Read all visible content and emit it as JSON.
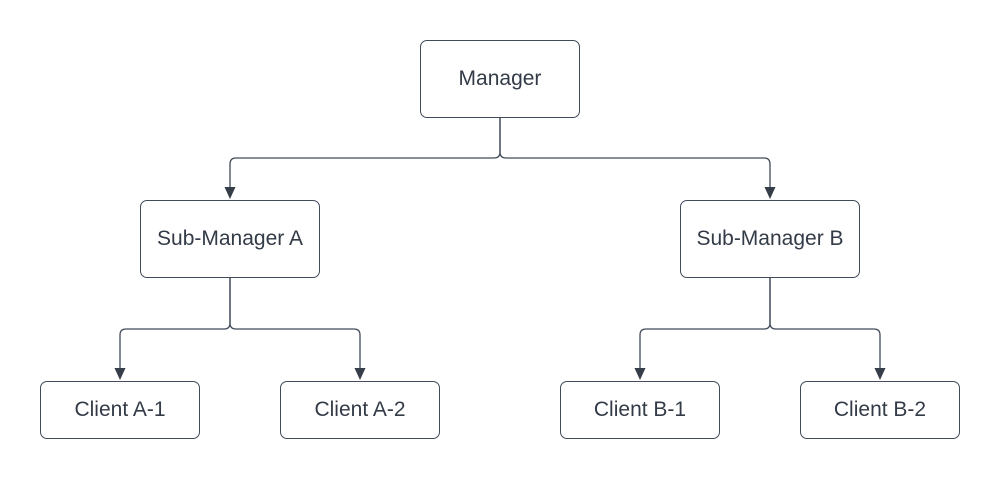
{
  "diagram": {
    "type": "org-chart",
    "nodes": [
      {
        "id": "manager",
        "label": "Manager",
        "level": 0
      },
      {
        "id": "sub-manager-a",
        "label": "Sub-Manager A",
        "level": 1
      },
      {
        "id": "sub-manager-b",
        "label": "Sub-Manager B",
        "level": 1
      },
      {
        "id": "client-a1",
        "label": "Client A-1",
        "level": 2
      },
      {
        "id": "client-a2",
        "label": "Client A-2",
        "level": 2
      },
      {
        "id": "client-b1",
        "label": "Client B-1",
        "level": 2
      },
      {
        "id": "client-b2",
        "label": "Client B-2",
        "level": 2
      }
    ],
    "edges": [
      {
        "from": "manager",
        "to": "sub-manager-a",
        "arrow": "down"
      },
      {
        "from": "manager",
        "to": "sub-manager-b",
        "arrow": "down"
      },
      {
        "from": "sub-manager-a",
        "to": "client-a1",
        "arrow": "down"
      },
      {
        "from": "sub-manager-a",
        "to": "client-a2",
        "arrow": "down"
      },
      {
        "from": "sub-manager-b",
        "to": "client-b1",
        "arrow": "down"
      },
      {
        "from": "sub-manager-b",
        "to": "client-b2",
        "arrow": "down"
      }
    ],
    "colors": {
      "background": "#ffffff",
      "node_fill": "#ffffff",
      "node_border": "#414b59",
      "connector": "#414b59",
      "arrowhead": "#353d49",
      "text": "#333b47"
    }
  }
}
